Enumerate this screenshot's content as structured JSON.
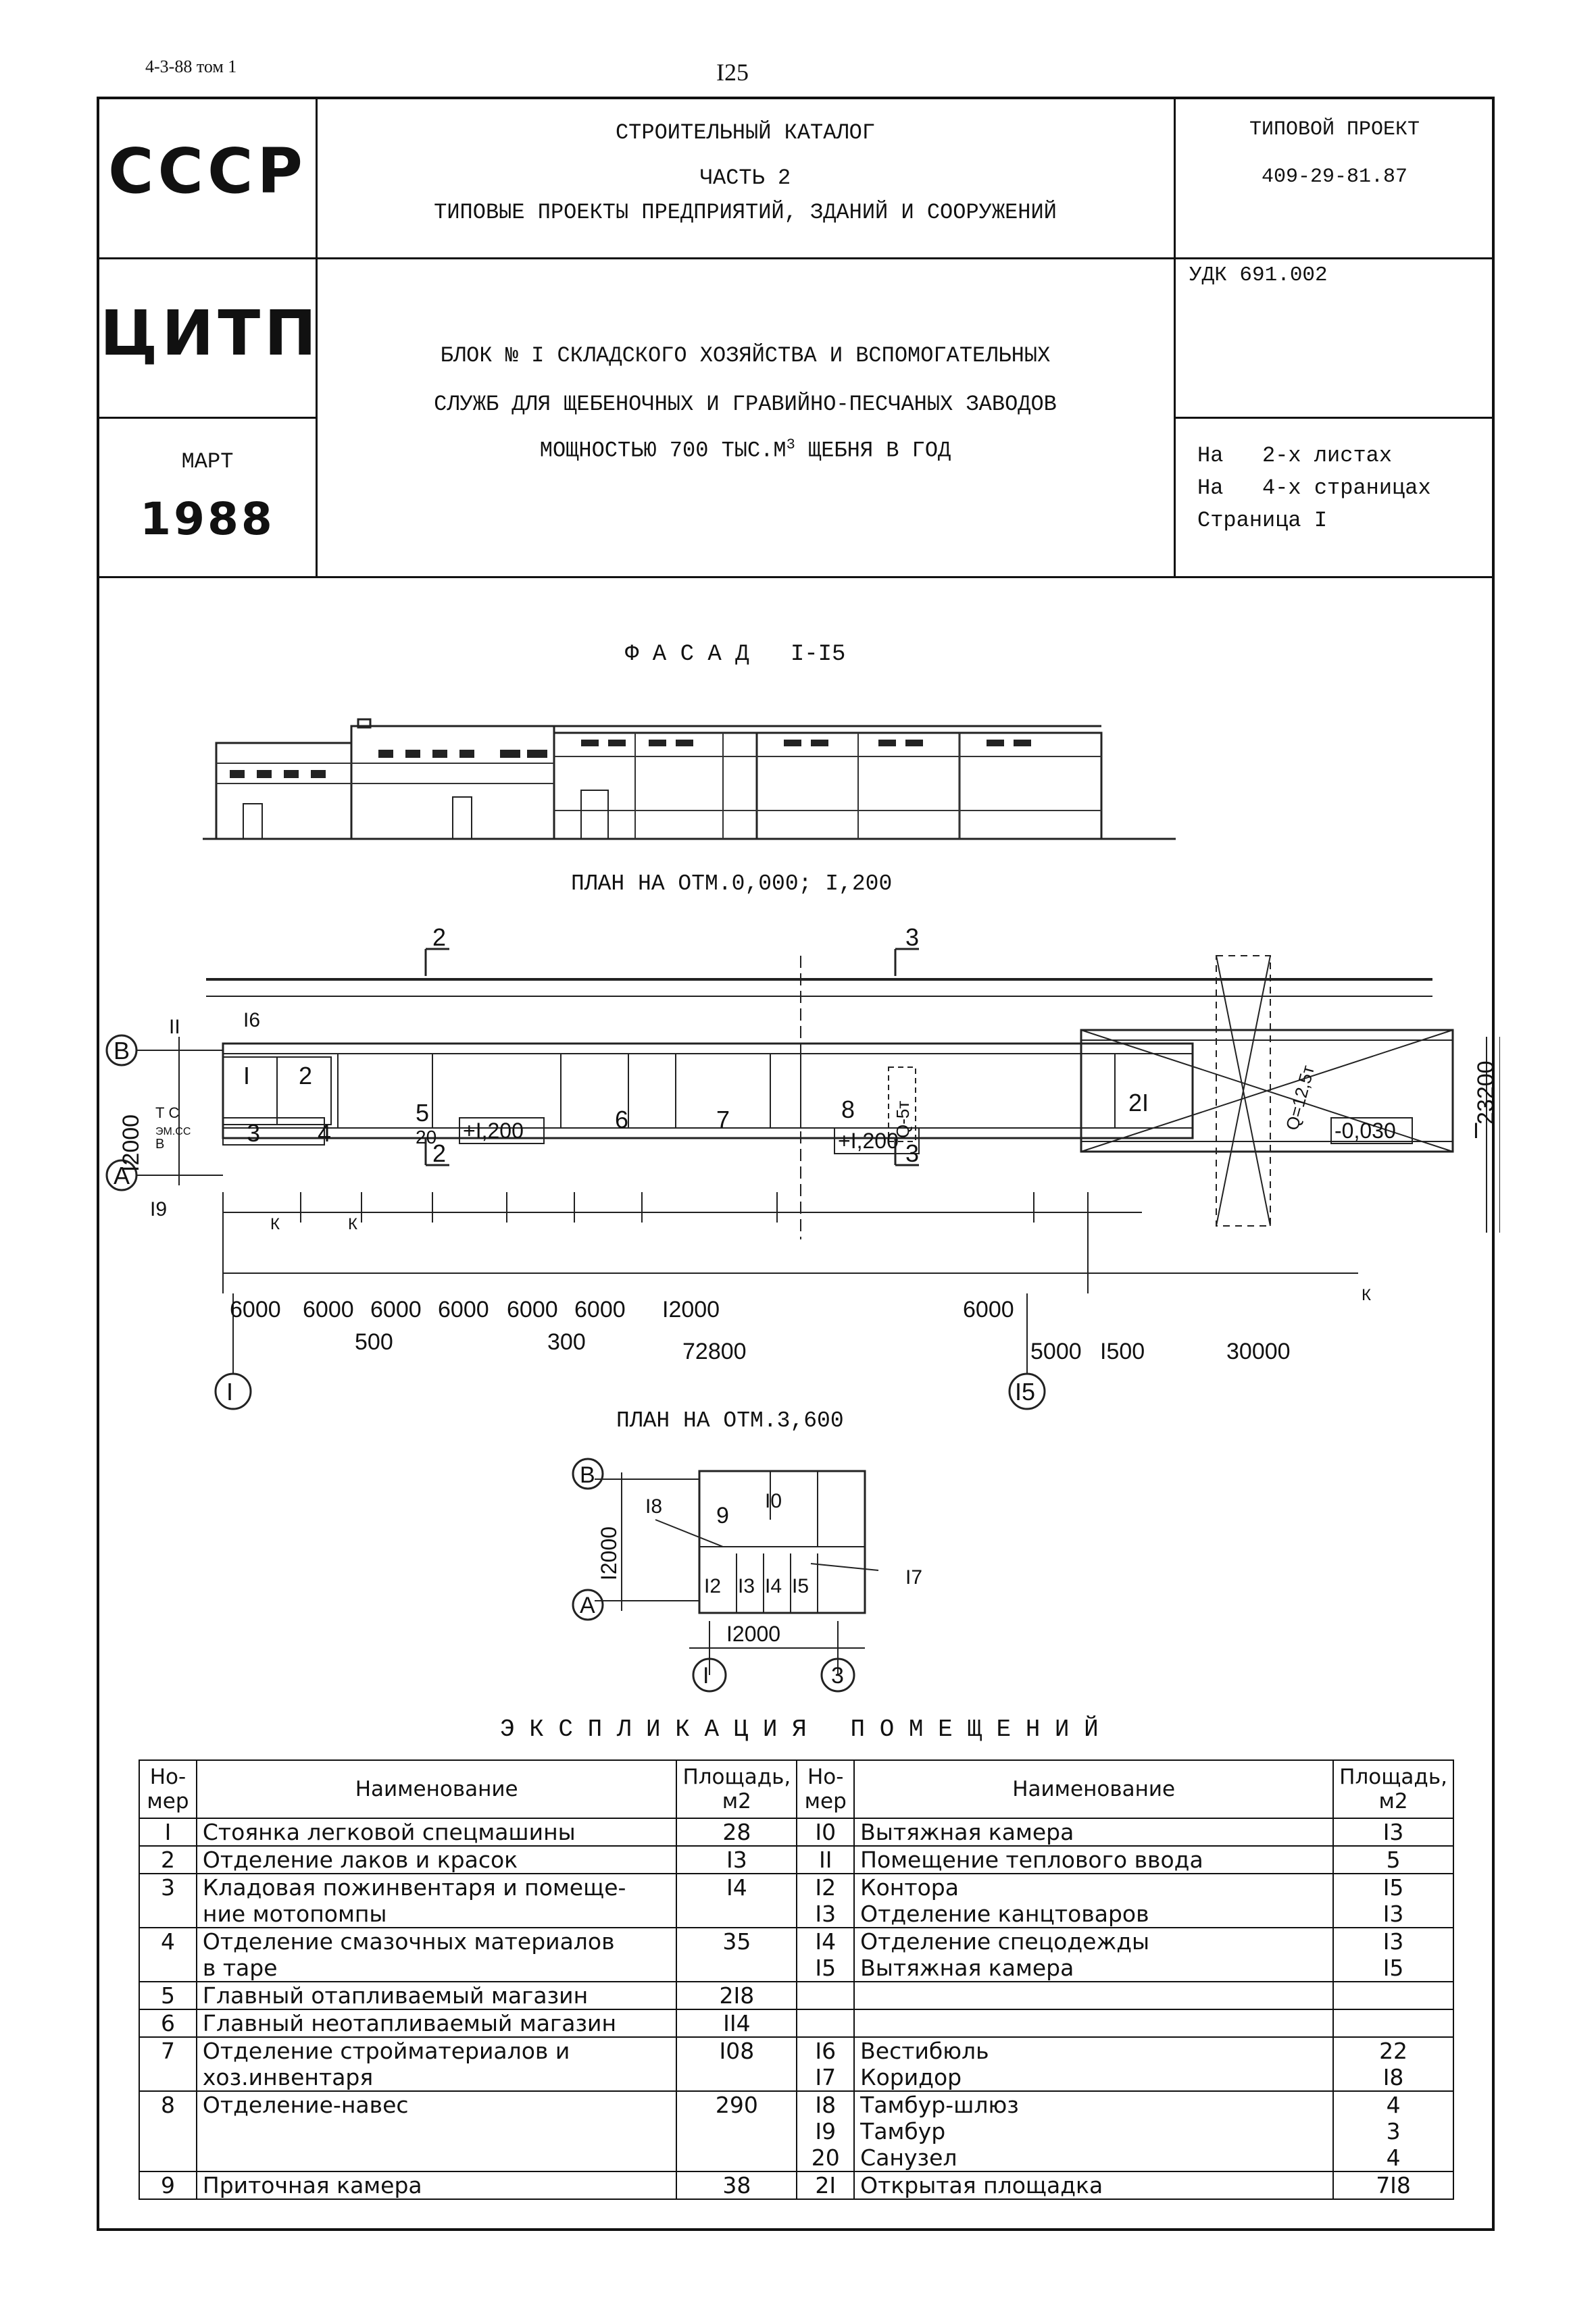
{
  "page_ref": "4-3-88 том 1",
  "page_number": "I25",
  "header": {
    "org": "СССР",
    "catalog_line1": "СТРОИТЕЛЬНЫЙ КАТАЛОГ",
    "catalog_line2": "ЧАСТЬ 2",
    "catalog_line3": "ТИПОВЫЕ ПРОЕКТЫ ПРЕДПРИЯТИЙ, ЗДАНИЙ И СООРУЖЕНИЙ",
    "project_label": "ТИПОВОЙ ПРОЕКТ",
    "project_number": "409-29-81.87",
    "institute": "ЦИТП",
    "title_line1": "БЛОК № I СКЛАДСКОГО ХОЗЯЙСТВА И ВСПОМОГАТЕЛЬНЫХ",
    "title_line2": "СЛУЖБ ДЛЯ ЩЕБЕНОЧНЫХ И ГРАВИЙНО-ПЕСЧАНЫХ ЗАВОДОВ",
    "title_line3_pre": "МОЩНОСТЬЮ 700 ТЫС.М",
    "title_line3_sup": "3",
    "title_line3_post": " ЩЕБНЯ В ГОД",
    "udk": "УДК 691.002",
    "month": "МАРТ",
    "year": "1988",
    "sheets_line1": "На   2-х листах",
    "sheets_line2": "На   4-х страницах",
    "sheets_line3": "Страница I"
  },
  "drawings": {
    "facade_title": "Ф А С А Д   I-I5",
    "plan1_title": "ПЛАН НА ОТМ.0,000; I,200",
    "plan2_title": "ПЛАН НА ОТМ.3,600",
    "section_marks": [
      "2",
      "3"
    ],
    "axis_rows": [
      "В",
      "А"
    ],
    "axis_cols_plan1": [
      "I",
      "I5"
    ],
    "axis_cols_plan2": [
      "I",
      "3"
    ],
    "room_labels_plan1": [
      "I",
      "2",
      "3",
      "4",
      "5",
      "6",
      "7",
      "8",
      "2I",
      "II",
      "I6",
      "20",
      "I9"
    ],
    "room_labels_plan2": [
      "9",
      "I0",
      "I2",
      "I3",
      "I4",
      "I5",
      "I8",
      "I7"
    ],
    "levels": [
      "+I,200",
      "+I,200",
      "-0,030"
    ],
    "crane_left": "Q-5т",
    "crane_right": "Q=12,5т",
    "small_labels": [
      "Т С",
      "ЭМ.СС",
      "В",
      "К",
      "К",
      "К"
    ],
    "dims_row1": [
      "6000",
      "6000",
      "6000",
      "6000",
      "6000",
      "6000",
      "I2000",
      "6000"
    ],
    "dims_row2": [
      "500",
      "300",
      "72800",
      "5000",
      "I500",
      "30000"
    ],
    "dim_vertical_left": "I2000",
    "dim_vertical_right": "23200",
    "section_i": "I",
    "dim_plan2_vertical": "I2000",
    "dim_plan2_horizontal": "I2000"
  },
  "explication": {
    "title": "Э К С П Л И К А Ц И Я   П О М Е Щ Е Н И Й",
    "col_num": "Но-\nмер",
    "col_name": "Наименование",
    "col_area": "Площадь,\nм2",
    "left": [
      {
        "num": [
          "I"
        ],
        "name": [
          "Стоянка легковой спецмашины"
        ],
        "area": [
          "28"
        ]
      },
      {
        "num": [
          "2"
        ],
        "name": [
          "Отделение лаков и красок"
        ],
        "area": [
          "I3"
        ]
      },
      {
        "num": [
          "3"
        ],
        "name": [
          "Кладовая пожинвентаря и помеще-",
          "ние мотопомпы"
        ],
        "area": [
          "",
          "I4"
        ]
      },
      {
        "num": [
          "4"
        ],
        "name": [
          "Отделение смазочных материалов",
          "в таре"
        ],
        "area": [
          "",
          "35"
        ]
      },
      {
        "num": [
          "5"
        ],
        "name": [
          "Главный отапливаемый магазин"
        ],
        "area": [
          "2I8"
        ]
      },
      {
        "num": [
          "6"
        ],
        "name": [
          "Главный неотапливаемый магазин"
        ],
        "area": [
          "II4"
        ]
      },
      {
        "num": [
          "7"
        ],
        "name": [
          "Отделение стройматериалов и",
          "хоз.инвентаря"
        ],
        "area": [
          "",
          "I08"
        ]
      },
      {
        "num": [
          "8"
        ],
        "name": [
          "Отделение-навес"
        ],
        "area": [
          "290"
        ]
      },
      {
        "num": [
          "9"
        ],
        "name": [
          "Приточная камера"
        ],
        "area": [
          "38"
        ]
      }
    ],
    "right": [
      {
        "num": [
          "I0"
        ],
        "name": [
          "Вытяжная камера"
        ],
        "area": [
          "I3"
        ]
      },
      {
        "num": [
          "II"
        ],
        "name": [
          "Помещение теплового ввода"
        ],
        "area": [
          "5"
        ]
      },
      {
        "num": [
          "I2",
          "I3"
        ],
        "name": [
          "Контора",
          "Отделение канцтоваров"
        ],
        "area": [
          "I5",
          "I3"
        ]
      },
      {
        "num": [
          "I4",
          "I5"
        ],
        "name": [
          "Отделение спецодежды",
          "Вытяжная камера"
        ],
        "area": [
          "I3",
          "I5"
        ]
      },
      {
        "num": [
          "I6",
          "I7"
        ],
        "name": [
          "Вестибюль",
          "Коридор"
        ],
        "area": [
          "22",
          "I8"
        ]
      },
      {
        "num": [
          "I8",
          "I9",
          "20"
        ],
        "name": [
          "Тамбур-шлюз",
          "Тамбур",
          "Санузел"
        ],
        "area": [
          "4",
          "3",
          "4"
        ]
      },
      {
        "num": [
          "2I"
        ],
        "name": [
          "Открытая площадка"
        ],
        "area": [
          "7I8"
        ]
      }
    ]
  }
}
